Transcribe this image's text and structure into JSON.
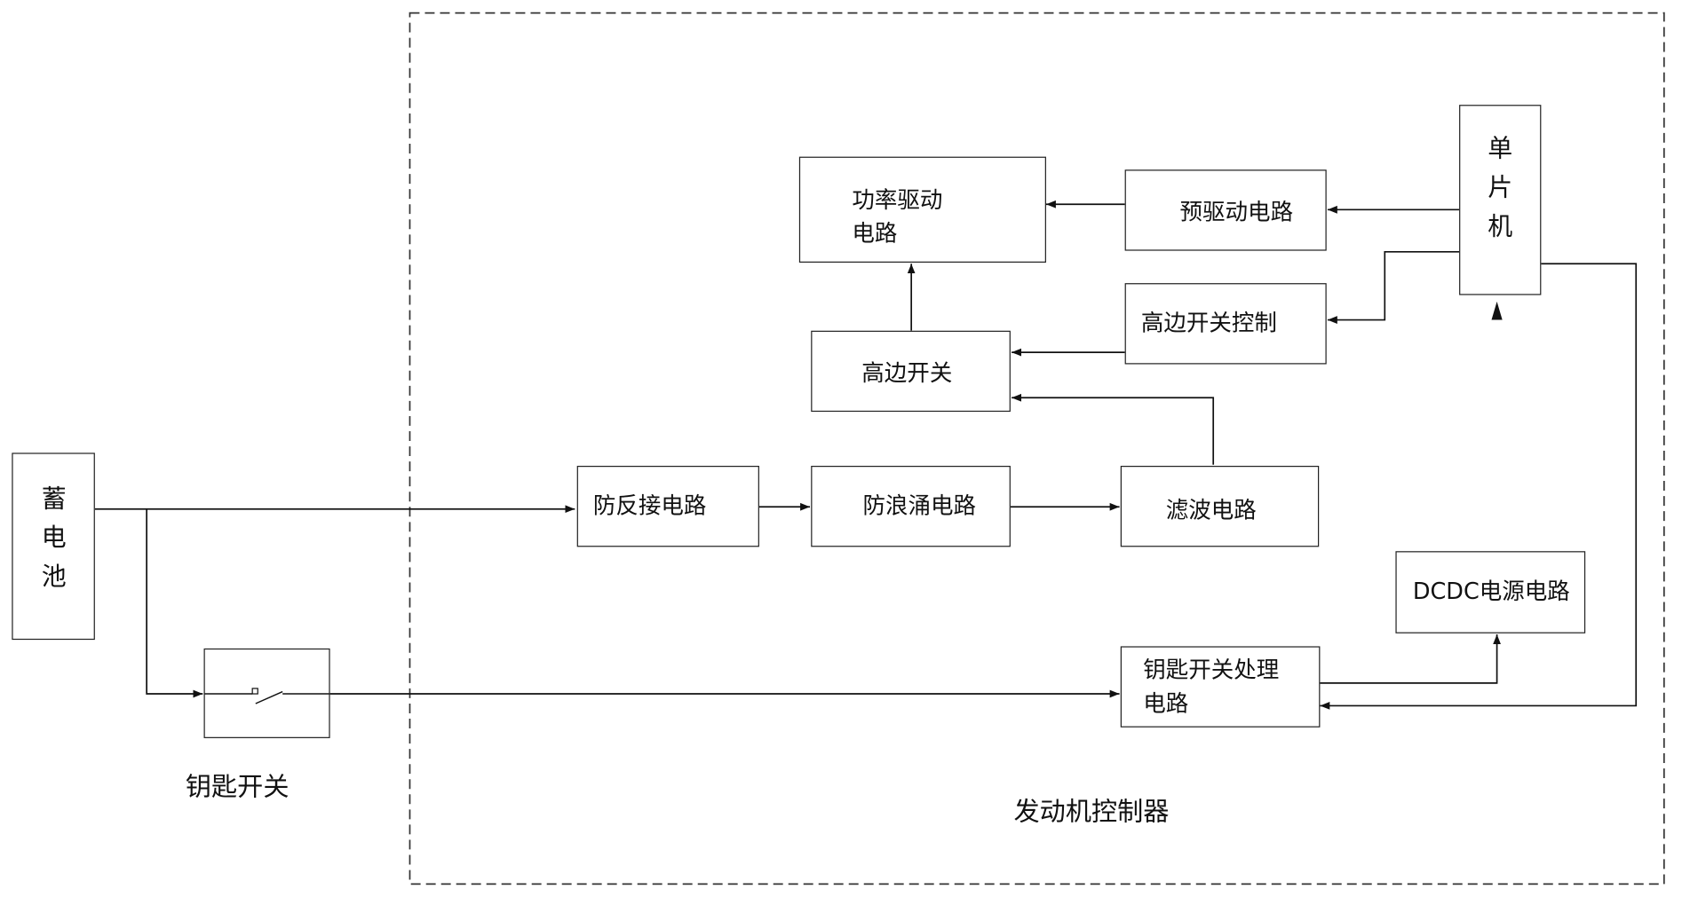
{
  "controller": {
    "label": "发动机控制器"
  },
  "battery": {
    "label": "蓄电池"
  },
  "key_switch": {
    "label": "钥匙开关"
  },
  "blocks": {
    "anti_reverse": "防反接电路",
    "anti_surge": "防浪涌电路",
    "filter": "滤波电路",
    "high_side_switch": "高边开关",
    "high_side_control": "高边开关控制",
    "power_drive_line1": "功率驱动",
    "power_drive_line2": "电路",
    "pre_drive": "预驱动电路",
    "mcu": "单片机",
    "dcdc": "DCDC电源电路",
    "key_proc_line1": "钥匙开关处理",
    "key_proc_line2": "电路"
  }
}
